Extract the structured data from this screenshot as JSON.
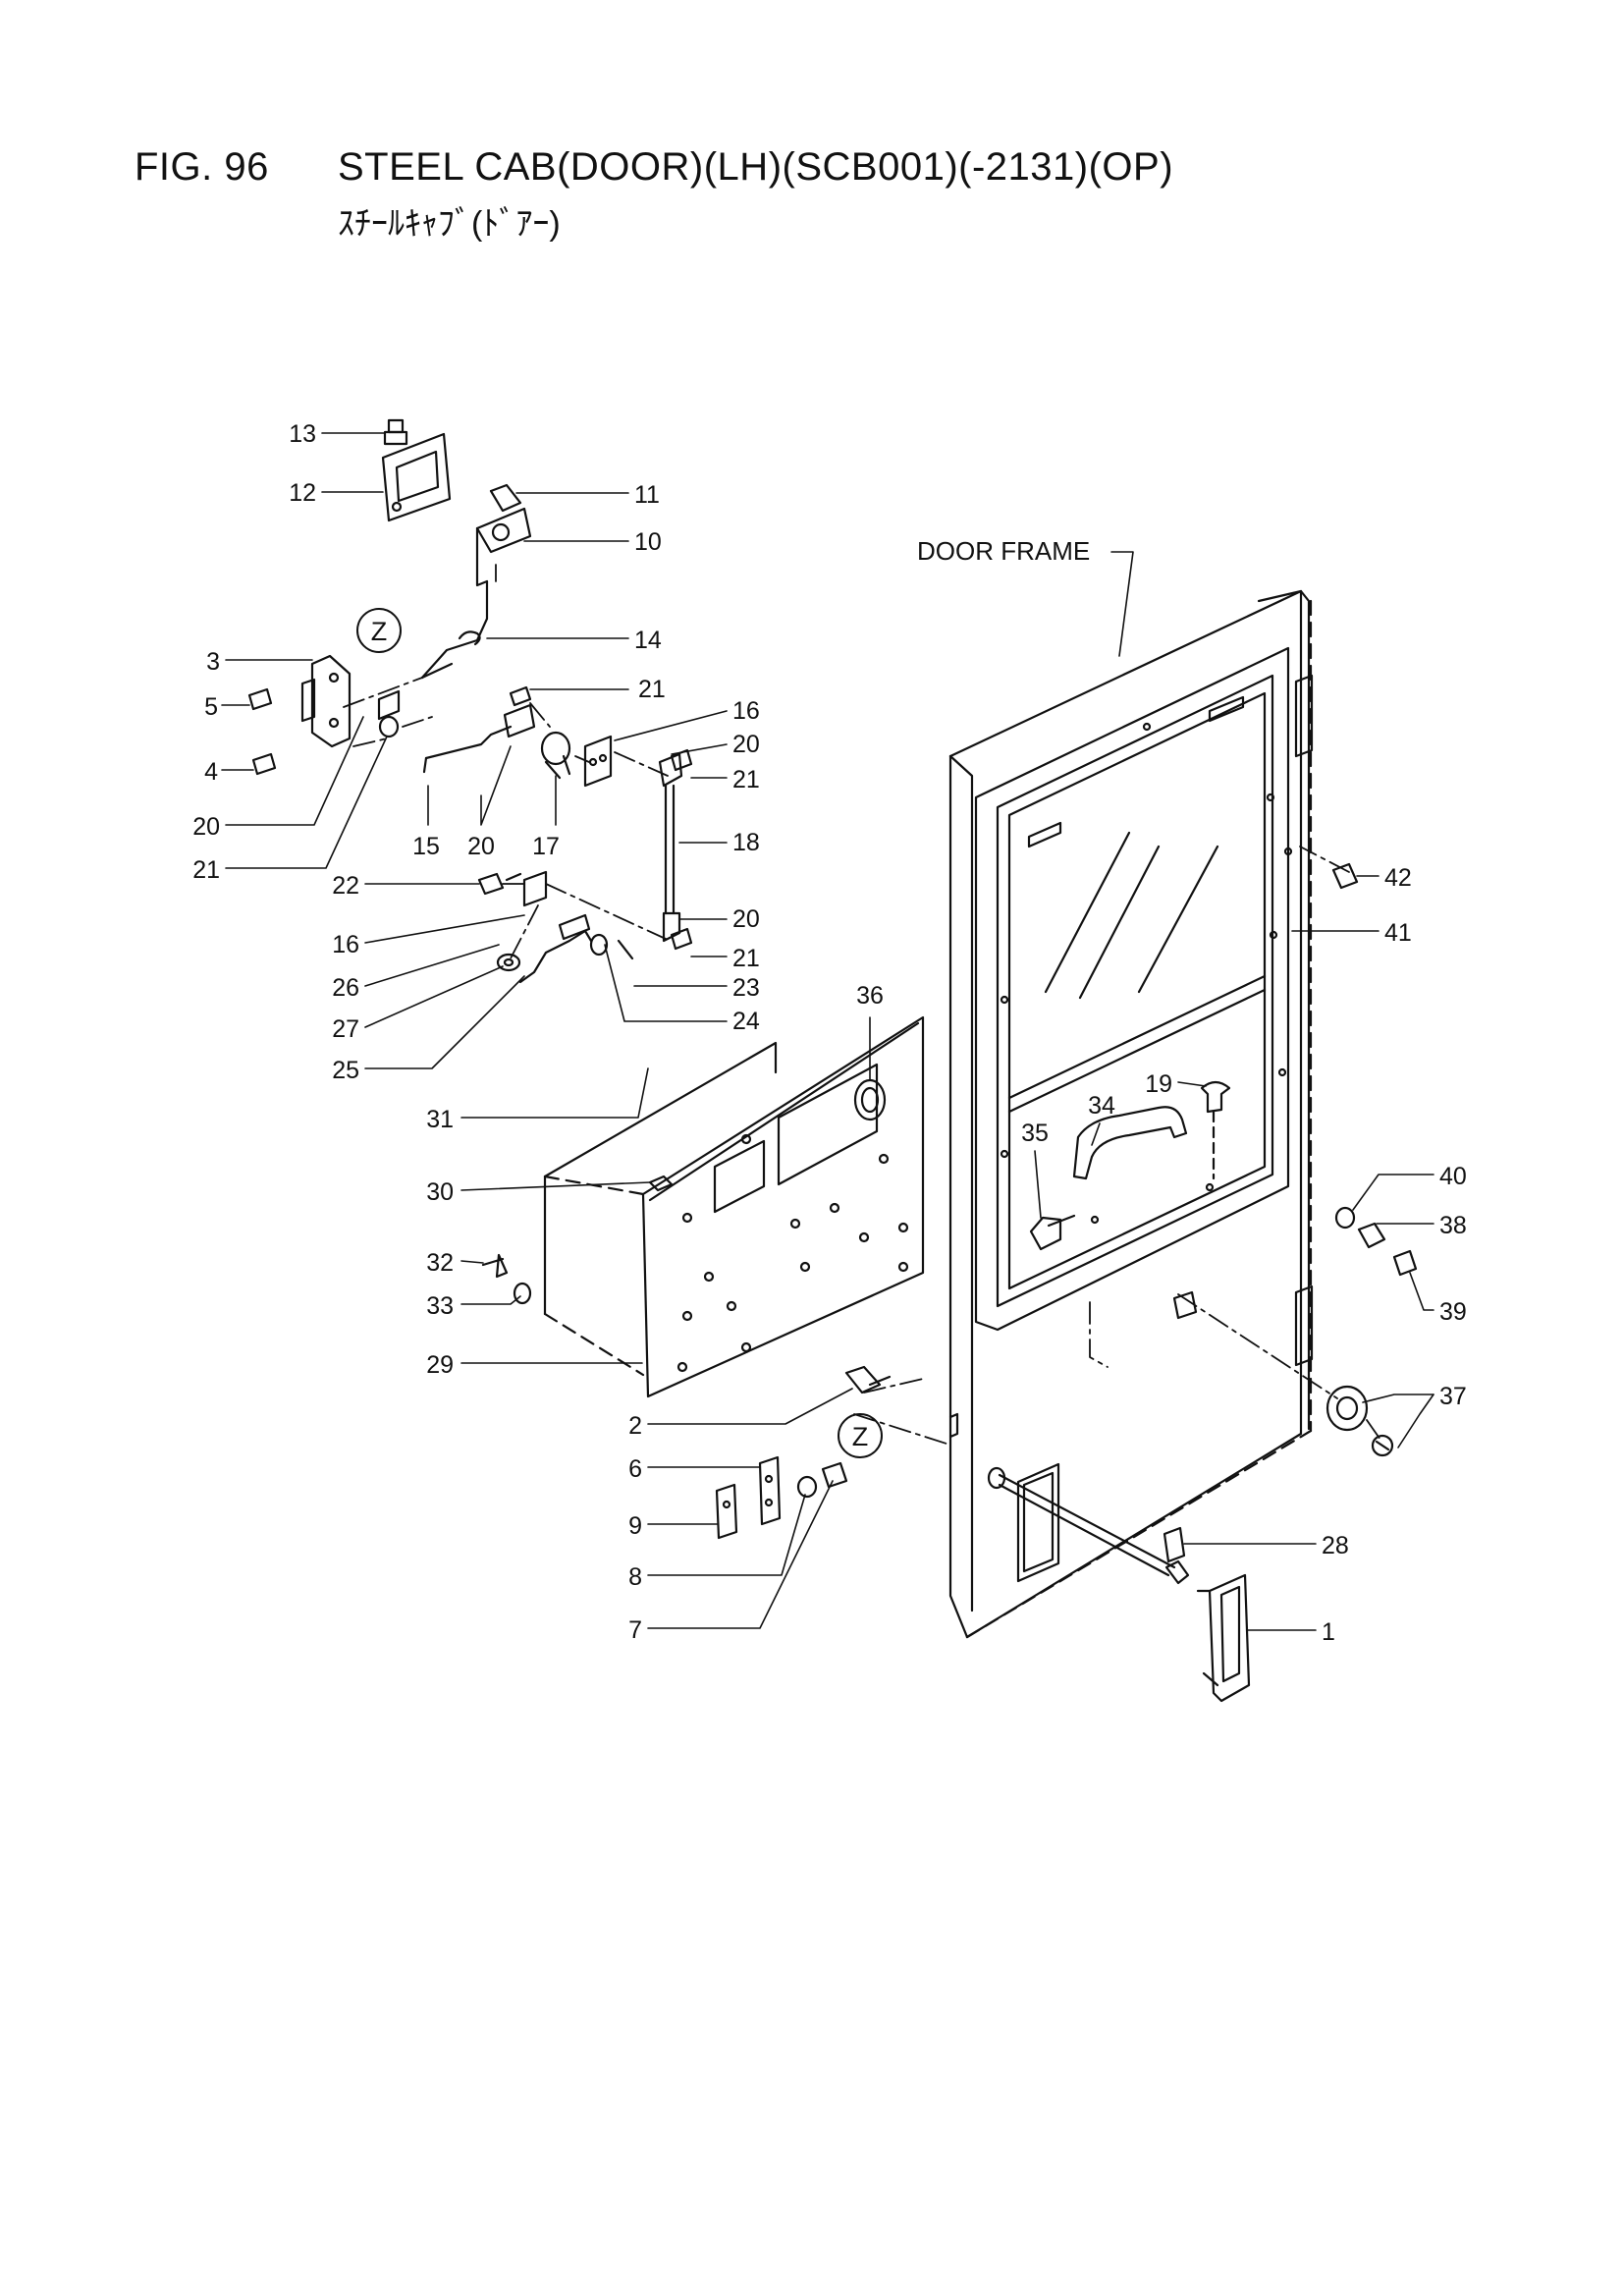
{
  "header": {
    "figure_number": "FIG. 96",
    "title": "STEEL CAB(DOOR)(LH)(SCB001)(-2131)(OP)",
    "subtitle_jp": "ｽﾁｰﾙｷｬﾌﾞ(ﾄﾞｱｰ)"
  },
  "diagram": {
    "frame_label": "DOOR FRAME",
    "section_markers": [
      "Z",
      "Z"
    ],
    "callouts": [
      {
        "id": "c13",
        "label": "13"
      },
      {
        "id": "c12",
        "label": "12"
      },
      {
        "id": "c11",
        "label": "11"
      },
      {
        "id": "c10",
        "label": "10"
      },
      {
        "id": "c14",
        "label": "14"
      },
      {
        "id": "c3",
        "label": "3"
      },
      {
        "id": "c5",
        "label": "5"
      },
      {
        "id": "c4",
        "label": "4"
      },
      {
        "id": "c21a",
        "label": "21"
      },
      {
        "id": "c16a",
        "label": "16"
      },
      {
        "id": "c20a",
        "label": "20"
      },
      {
        "id": "c21b",
        "label": "21"
      },
      {
        "id": "c20b",
        "label": "20"
      },
      {
        "id": "c21c",
        "label": "21"
      },
      {
        "id": "c15",
        "label": "15"
      },
      {
        "id": "c20c",
        "label": "20"
      },
      {
        "id": "c17",
        "label": "17"
      },
      {
        "id": "c18",
        "label": "18"
      },
      {
        "id": "c22",
        "label": "22"
      },
      {
        "id": "c20d",
        "label": "20"
      },
      {
        "id": "c16b",
        "label": "16"
      },
      {
        "id": "c21d",
        "label": "21"
      },
      {
        "id": "c26",
        "label": "26"
      },
      {
        "id": "c23",
        "label": "23"
      },
      {
        "id": "c27",
        "label": "27"
      },
      {
        "id": "c24",
        "label": "24"
      },
      {
        "id": "c25",
        "label": "25"
      },
      {
        "id": "c36",
        "label": "36"
      },
      {
        "id": "c31",
        "label": "31"
      },
      {
        "id": "c30",
        "label": "30"
      },
      {
        "id": "c32",
        "label": "32"
      },
      {
        "id": "c33",
        "label": "33"
      },
      {
        "id": "c29",
        "label": "29"
      },
      {
        "id": "c2",
        "label": "2"
      },
      {
        "id": "c6",
        "label": "6"
      },
      {
        "id": "c9",
        "label": "9"
      },
      {
        "id": "c8",
        "label": "8"
      },
      {
        "id": "c7",
        "label": "7"
      },
      {
        "id": "c35",
        "label": "35"
      },
      {
        "id": "c34",
        "label": "34"
      },
      {
        "id": "c19",
        "label": "19"
      },
      {
        "id": "c42",
        "label": "42"
      },
      {
        "id": "c41",
        "label": "41"
      },
      {
        "id": "c40",
        "label": "40"
      },
      {
        "id": "c38",
        "label": "38"
      },
      {
        "id": "c39",
        "label": "39"
      },
      {
        "id": "c37",
        "label": "37"
      },
      {
        "id": "c28",
        "label": "28"
      },
      {
        "id": "c1",
        "label": "1"
      }
    ]
  }
}
